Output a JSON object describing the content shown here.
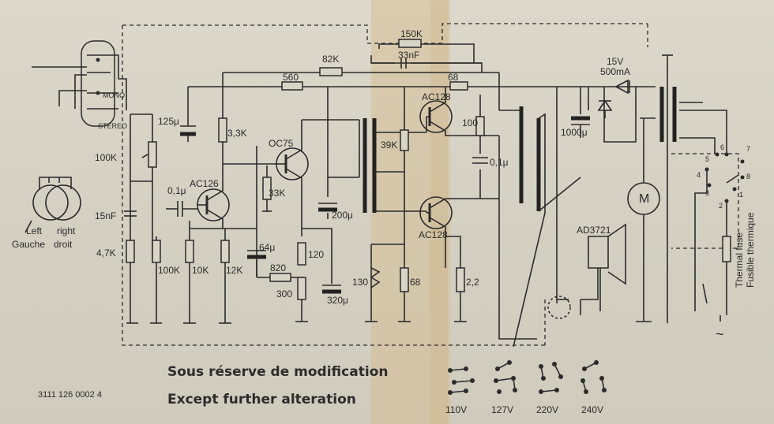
{
  "components": {
    "r_82k": "82K",
    "r_150k": "150K",
    "c_33nf": "33nF",
    "r_560": "560",
    "r_68_top": "68",
    "c_125u": "125μ",
    "r_33k_a": "3,3K",
    "r_33k_b": "33K",
    "r_100k_top": "100K",
    "r_39k": "39K",
    "r_100": "100",
    "c_01_a": "0,1μ",
    "c_01_b": "0,1μ",
    "c_1000u": "1000μ",
    "c_15nf": "15nF",
    "r_47k": "4,7K",
    "r_100k_bot": "100K",
    "r_10k": "10K",
    "r_12k": "12K",
    "c_64u": "64μ",
    "r_820": "820",
    "c_200u": "200μ",
    "r_120": "120",
    "r_300": "300",
    "c_320u": "320μ",
    "r_130": "130",
    "r_68_bot": "68",
    "r_22": "2,2",
    "power_15v": "15V",
    "power_500ma": "500mA"
  },
  "transistors": {
    "t1": "AC126",
    "t2": "OC75",
    "t3": "AC128",
    "t4": "AC128"
  },
  "jack": {
    "mono": "MONO",
    "stereo": "STEREO",
    "left": "Left",
    "right": "right",
    "gauche": "Gauche",
    "droit": "droit"
  },
  "devices": {
    "motor": "M",
    "speaker": "AD3721",
    "fuse_en": "Thermal fuse",
    "fuse_fr": "Fusible thermique",
    "ac_symbol": "~"
  },
  "selector_pins": [
    "5",
    "6",
    "7",
    "4",
    "8",
    "3",
    "1",
    "2"
  ],
  "footer": {
    "line_fr": "Sous réserve de modification",
    "line_en": "Except further alteration",
    "code": "3111 126 0002 4"
  },
  "voltages": [
    "110V",
    "127V",
    "220V",
    "240V"
  ]
}
